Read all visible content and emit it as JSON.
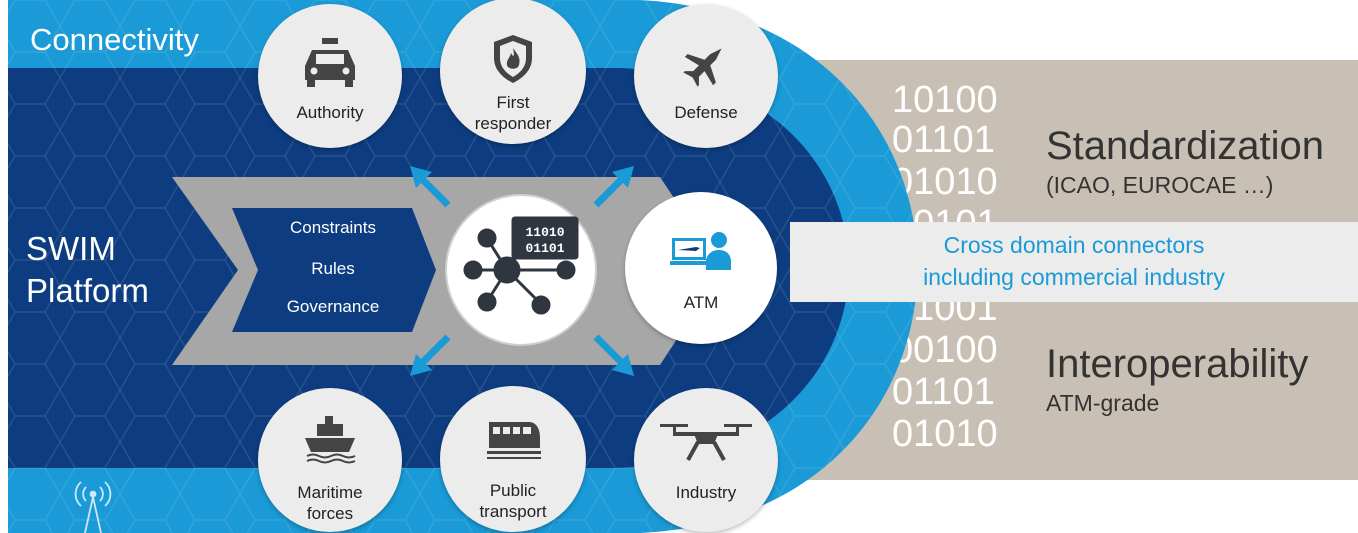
{
  "colors": {
    "accent": "#1a9ad6",
    "navy": "#0d3d80",
    "gray": "#a7a7a7",
    "beige": "#c8c0b4",
    "band": "#ececec"
  },
  "connectivity_label": "Connectivity",
  "platform": {
    "line1": "SWIM",
    "line2": "Platform"
  },
  "governance_items": [
    "Constraints",
    "Rules",
    "Governance"
  ],
  "nodes": {
    "authority": {
      "label": "Authority",
      "icon": "car-icon"
    },
    "first_responder": {
      "line1": "First",
      "line2": "responder",
      "icon": "firefighter-shield-icon"
    },
    "defense": {
      "label": "Defense",
      "icon": "fighter-jet-icon"
    },
    "atm": {
      "label": "ATM",
      "icon": "atm-controller-icon"
    },
    "maritime": {
      "line1": "Maritime",
      "line2": "forces",
      "icon": "ship-icon"
    },
    "public_transport": {
      "line1": "Public",
      "line2": "transport",
      "icon": "train-icon"
    },
    "industry": {
      "label": "Industry",
      "icon": "drone-icon"
    }
  },
  "hub": {
    "icon": "data-network-icon",
    "bits_line1": "11010",
    "bits_line2": "01101"
  },
  "binary_rows": [
    "10100",
    "01101",
    "01010",
    "00101",
    "01001",
    "00100",
    "01101",
    "01010"
  ],
  "standardization": {
    "title": "Standardization",
    "subtitle": "(ICAO, EUROCAE …)"
  },
  "cross_domain": {
    "line1": "Cross domain connectors",
    "line2": "including commercial industry"
  },
  "interoperability": {
    "title": "Interoperability",
    "subtitle": "ATM-grade"
  },
  "antenna_icon": "antenna-icon"
}
